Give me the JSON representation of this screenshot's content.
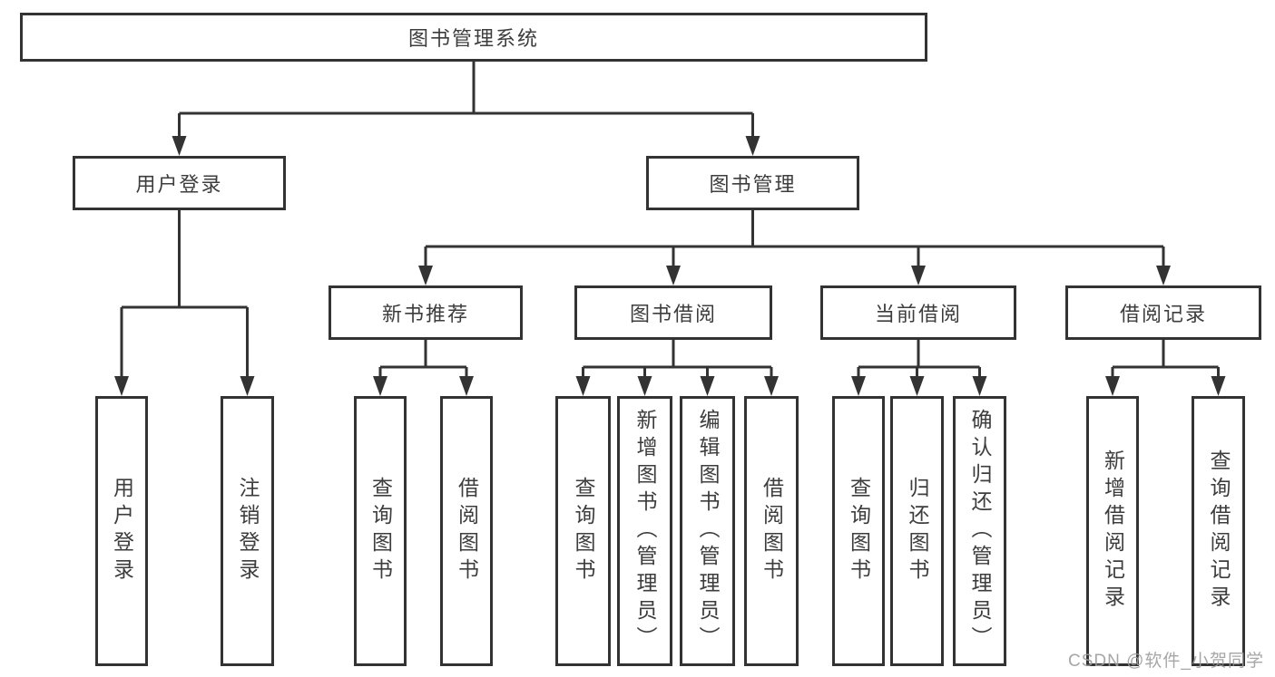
{
  "diagram": {
    "root_label": "图书管理系统",
    "level2": {
      "user_login": "用户登录",
      "book_mgmt": "图书管理"
    },
    "level3": {
      "new_book_rec": "新书推荐",
      "book_borrow": "图书借阅",
      "current_borrow": "当前借阅",
      "borrow_records": "借阅记录"
    },
    "leaves": {
      "login_user_login": "用户登录",
      "login_logout": "注销登录",
      "rec_query_book": "查询图书",
      "rec_borrow_book": "借阅图书",
      "bor_query_book": "查询图书",
      "bor_add_book": "新增图书（管理员）",
      "bor_edit_book": "编辑图书（管理员）",
      "bor_borrow_book": "借阅图书",
      "cur_query_book": "查询图书",
      "cur_return_book": "归还图书",
      "cur_confirm_return": "确认归还（管理员）",
      "hist_add_record": "新增借阅记录",
      "hist_query_record": "查询借阅记录"
    }
  },
  "watermark": {
    "text": "CSDN @软件_小贺同学"
  },
  "colors": {
    "line": "#333333",
    "text": "#3d3d3d",
    "watermark_gray": "#9d9d9d",
    "background": "#ffffff"
  }
}
